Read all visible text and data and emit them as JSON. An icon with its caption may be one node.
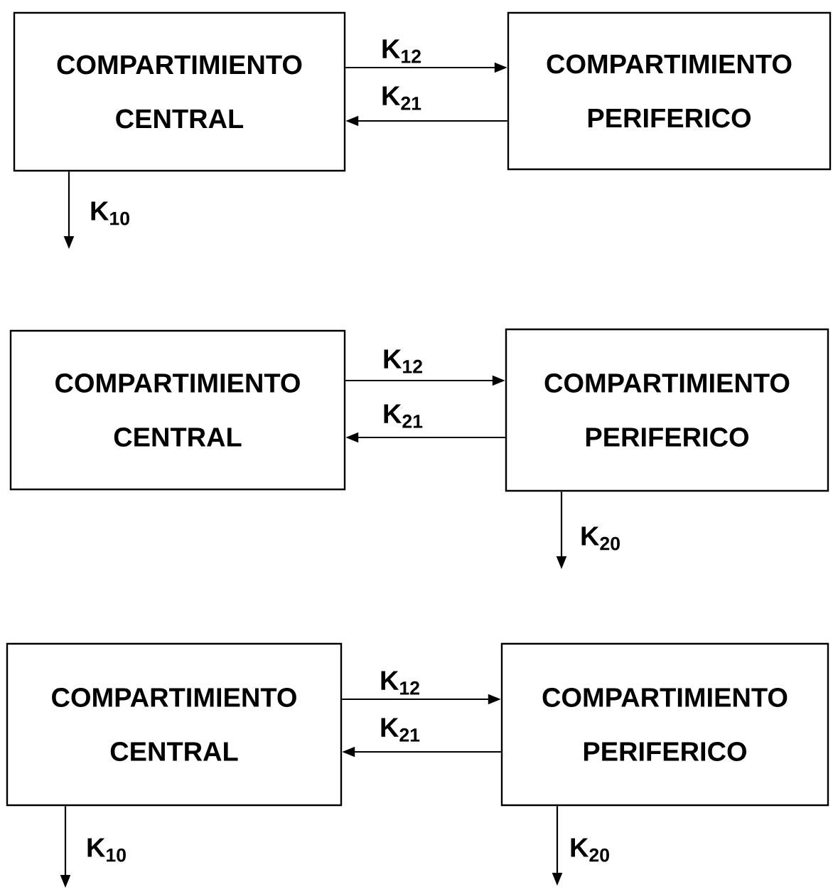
{
  "diagram": {
    "nodes": [
      {
        "text": [
          "COMPARTIMIENTO CENTRAL"
        ]
      },
      {
        "text": [
          "COMPARTIMIENTO PERIFERICO"
        ]
      },
      {
        "text": [
          "COMPARTIMIENTO CENTRAL"
        ]
      },
      {
        "text": [
          "COMPARTIMIENTO PERIFERICO"
        ]
      },
      {
        "text": [
          "COMPARTIMIENTO CENTRAL"
        ]
      },
      {
        "text": [
          "COMPARTIMIENTO PERIFERICO"
        ]
      }
    ],
    "edges": [
      {
        "from": 0,
        "to": 1,
        "arrow": "to",
        "label": "K$_{12}$"
      },
      {
        "from": 1,
        "to": 0,
        "arrow": "to",
        "label": "K$_{21}$"
      },
      {
        "from": 0,
        "to": null,
        "arrow": "to",
        "label": "K$_{10}$"
      },
      {
        "from": 2,
        "to": 3,
        "arrow": "to",
        "label": "K$_{12}$"
      },
      {
        "from": 3,
        "to": 2,
        "arrow": "to",
        "label": "K$_{21}$"
      },
      {
        "from": 3,
        "to": null,
        "arrow": "to",
        "label": "K$_{20}$"
      },
      {
        "from": 4,
        "to": 5,
        "arrow": "to",
        "label": "K$_{12}$"
      },
      {
        "from": 5,
        "to": 4,
        "arrow": "to",
        "label": "K$_{21}$"
      },
      {
        "from": 4,
        "to": null,
        "arrow": "to",
        "label": "K$_{10}$"
      },
      {
        "from": 5,
        "to": null,
        "arrow": "to",
        "label": "K$_{20}$"
      }
    ]
  }
}
